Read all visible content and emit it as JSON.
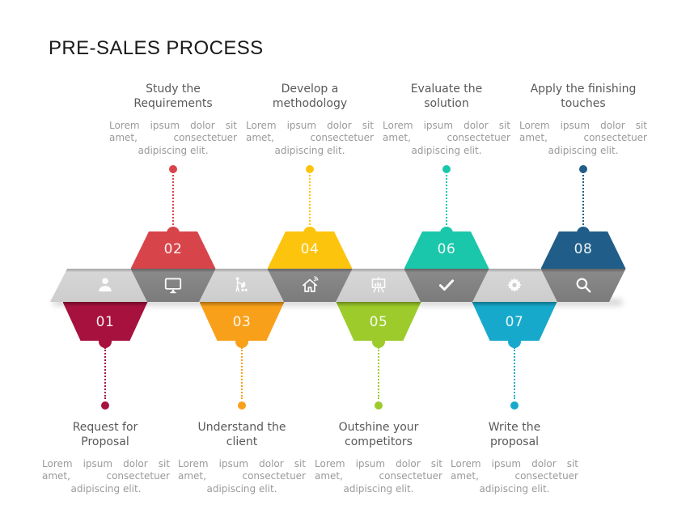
{
  "title": "PRE-SALES PROCESS",
  "band": {
    "light_color": "#D2D2D2",
    "dark_color": "#828282"
  },
  "steps": [
    {
      "num": "01",
      "side": "bottom",
      "color": "#A7113E",
      "icon": "person-icon",
      "title": "Request for Proposal",
      "title_lines": [
        "Request for",
        "Proposal"
      ],
      "body": "Lorem ipsum dolor sit amet, consectetuer adipiscing elit."
    },
    {
      "num": "02",
      "side": "top",
      "color": "#D7454B",
      "icon": "monitor-icon",
      "title": "Study the Requirements",
      "title_lines": [
        "Study the",
        "Requirements"
      ],
      "body": "Lorem ipsum dolor sit amet, consectetuer adipiscing elit."
    },
    {
      "num": "03",
      "side": "bottom",
      "color": "#F9A01B",
      "icon": "person-with-stroller-icon",
      "title": "Understand the client",
      "title_lines": [
        "Understand the",
        "client"
      ],
      "body": "Lorem ipsum dolor sit amet, consectetuer adipiscing elit."
    },
    {
      "num": "04",
      "side": "top",
      "color": "#FDC40D",
      "icon": "smart-home-icon",
      "title": "Develop a methodology",
      "title_lines": [
        "Develop a",
        "methodology"
      ],
      "body": "Lorem ipsum dolor sit amet, consectetuer adipiscing elit."
    },
    {
      "num": "05",
      "side": "bottom",
      "color": "#9CCB2B",
      "icon": "presentation-chart-icon",
      "title": "Outshine your competitors",
      "title_lines": [
        "Outshine your",
        "competitors"
      ],
      "body": "Lorem ipsum dolor sit amet, consectetuer adipiscing elit."
    },
    {
      "num": "06",
      "side": "top",
      "color": "#1BC7AA",
      "icon": "checkmark-icon",
      "title": "Evaluate the solution",
      "title_lines": [
        "Evaluate the",
        "solution"
      ],
      "body": "Lorem ipsum dolor sit amet, consectetuer adipiscing elit."
    },
    {
      "num": "07",
      "side": "bottom",
      "color": "#17A9CC",
      "icon": "gear-icon",
      "title": "Write the proposal",
      "title_lines": [
        "Write the",
        "proposal"
      ],
      "body": "Lorem ipsum dolor sit amet, consectetuer adipiscing elit."
    },
    {
      "num": "08",
      "side": "top",
      "color": "#205E89",
      "icon": "magnifying-glass-icon",
      "title": "Apply the finishing touches",
      "title_lines": [
        "Apply the finishing",
        "touches"
      ],
      "body": "Lorem ipsum dolor sit amet, consectetuer adipiscing elit."
    }
  ]
}
